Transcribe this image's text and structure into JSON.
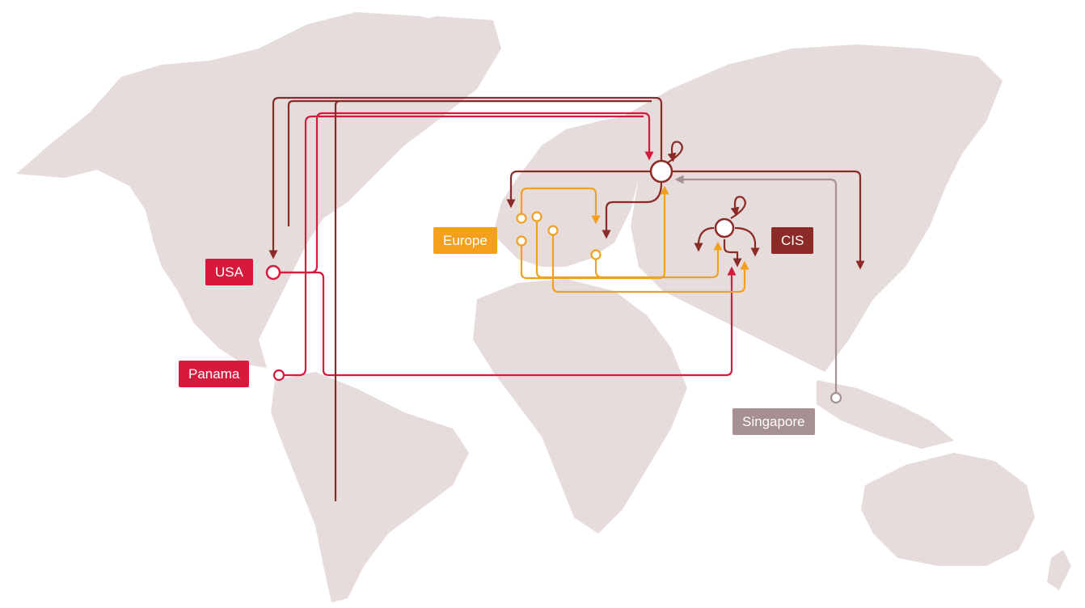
{
  "colors": {
    "land": "#e6dcdc",
    "usa": "#d7193e",
    "panama": "#d7193e",
    "europe": "#f2a01e",
    "cis": "#8b2a26",
    "singapore": "#a69091",
    "background": "#ffffff"
  },
  "regions": [
    {
      "key": "usa",
      "label": "USA"
    },
    {
      "key": "panama",
      "label": "Panama"
    },
    {
      "key": "europe",
      "label": "Europe"
    },
    {
      "key": "cis",
      "label": "CIS"
    },
    {
      "key": "singapore",
      "label": "Singapore"
    }
  ],
  "legend": {
    "usa": "USA",
    "panama": "Panama",
    "europe": "Europe",
    "cis": "CIS",
    "singapore": "Singapore"
  }
}
